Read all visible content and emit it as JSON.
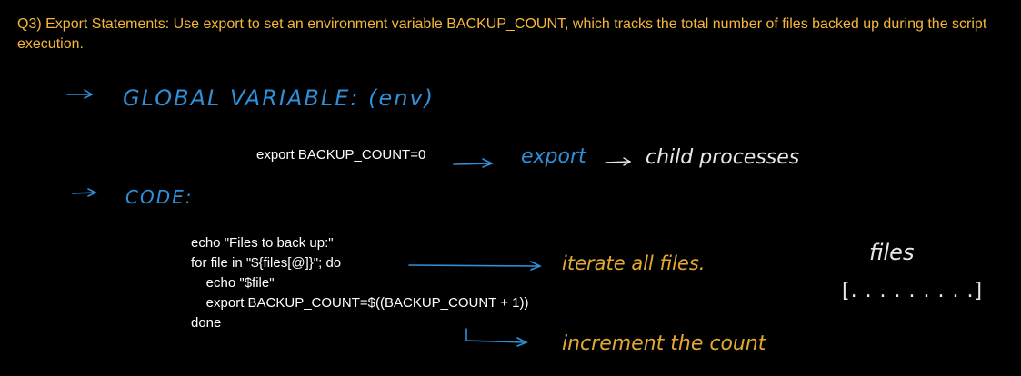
{
  "question": "Q3) Export Statements: Use export to set an environment variable BACKUP_COUNT, which tracks the total number of files backed up during the script execution.",
  "notes": {
    "global_heading": "GLOBAL VARIABLE: (env)",
    "code_heading": "CODE:",
    "export_word": "export",
    "child_processes": "child processes",
    "iterate_note": "iterate all files.",
    "files_label": "files",
    "files_array": "[. . . . . . . . .]",
    "increment_note": "increment the count"
  },
  "printed_code": {
    "export_line": "export BACKUP_COUNT=0",
    "lines": [
      "echo \"Files to back up:\"",
      "for file in \"${files[@]}\"; do",
      "    echo \"$file\"",
      "    export BACKUP_COUNT=$((BACKUP_COUNT + 1))",
      "done"
    ]
  },
  "colors": {
    "question": "#f5b73b",
    "blue_ink": "#2f8fd8",
    "orange_ink": "#e3a832",
    "white_ink": "#e8e8e8",
    "background": "#000000"
  }
}
